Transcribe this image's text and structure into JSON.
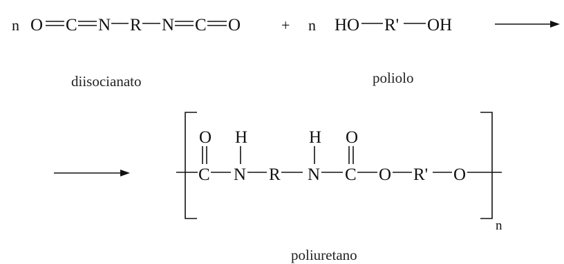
{
  "reaction": {
    "coef_diisocyanate": "n",
    "coef_polyol": "n",
    "plus": "+",
    "diisocyanate": {
      "atoms": [
        "O",
        "C",
        "N",
        "R",
        "N",
        "C",
        "O"
      ],
      "bonds": [
        "double",
        "double",
        "single",
        "single",
        "double",
        "double"
      ]
    },
    "polyol": {
      "atoms": [
        "HO",
        "R'",
        "OH"
      ],
      "bonds": [
        "single",
        "single"
      ]
    },
    "labels": {
      "diisocyanate": "diisocianato",
      "polyol": "poliolo",
      "product": "poliuretano"
    },
    "product": {
      "chain": [
        "C",
        "N",
        "R",
        "N",
        "C",
        "O",
        "R'",
        "O"
      ],
      "substituents": [
        {
          "on": 0,
          "atom": "O",
          "bond": "double"
        },
        {
          "on": 1,
          "atom": "H",
          "bond": "single"
        },
        {
          "on": 3,
          "atom": "H",
          "bond": "single"
        },
        {
          "on": 4,
          "atom": "O",
          "bond": "double"
        }
      ],
      "repeat_subscript": "n"
    }
  }
}
